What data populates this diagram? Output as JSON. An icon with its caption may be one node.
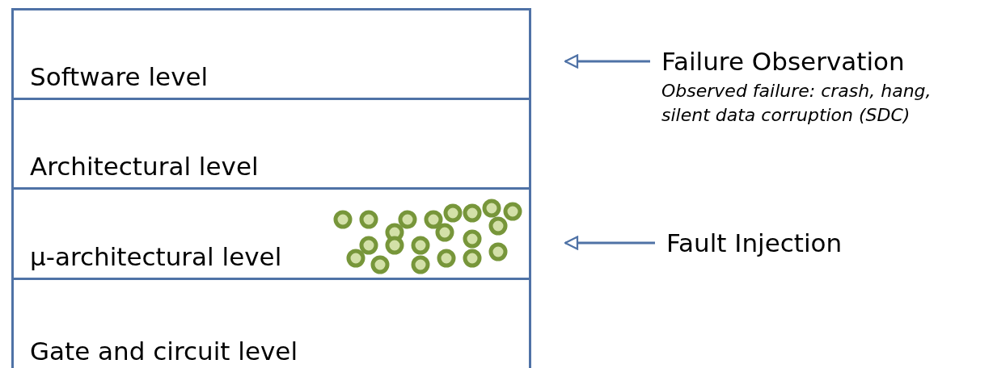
{
  "diagram": {
    "nodes": [
      {
        "text": [
          "Software level"
        ]
      },
      {
        "text": [
          "Architectural level"
        ]
      },
      {
        "text": [
          "μ-architectural level"
        ]
      },
      {
        "text": [
          "Gate and circuit level"
        ]
      },
      {
        "text": [
          "Failure Observation",
          "Observed failure: crash, hang, silent data corruption (SDC)"
        ]
      },
      {
        "text": [
          "Fault Injection"
        ]
      }
    ],
    "edges": [
      {
        "from": 4,
        "to": 0,
        "arrow": "to"
      },
      {
        "from": 5,
        "to": 2,
        "arrow": "to"
      }
    ]
  }
}
